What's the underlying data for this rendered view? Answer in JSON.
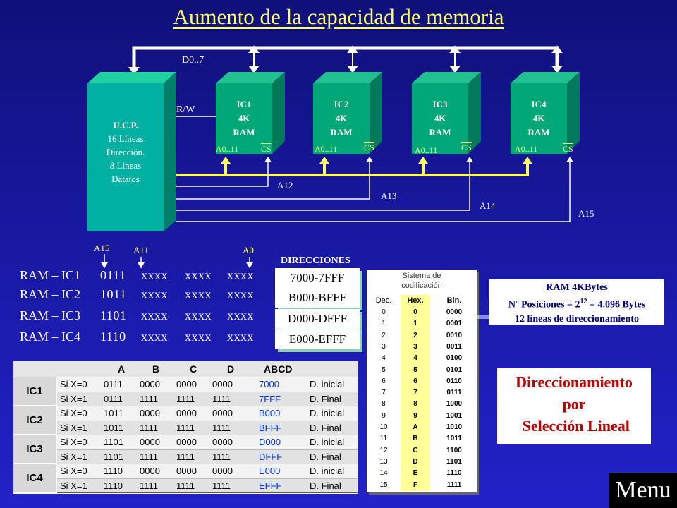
{
  "title": "Aumento  de la capacidad de memoria",
  "diagram": {
    "bus_label": "D0..7",
    "rw_label": "R/W",
    "ucp": {
      "line1": "U.C.P.",
      "line2": "16 Líneas",
      "line3": "Dirección.",
      "line4": "8 Líneas",
      "line5": "Datatos"
    },
    "chips": [
      {
        "name": "IC1",
        "size": "4K",
        "type": "RAM",
        "addr": "A0..11",
        "cs": "CS"
      },
      {
        "name": "IC2",
        "size": "4K",
        "type": "RAM",
        "addr": "A0..11",
        "cs": "CS"
      },
      {
        "name": "IC3",
        "size": "4K",
        "type": "RAM",
        "addr": "A0..11",
        "cs": "CS"
      },
      {
        "name": "IC4",
        "size": "4K",
        "type": "RAM",
        "addr": "A0..11",
        "cs": "CS"
      }
    ],
    "select_lines": [
      "A12",
      "A13",
      "A14",
      "A15"
    ]
  },
  "address_map": {
    "markers": {
      "a15": "A15",
      "a11": "A11",
      "a0": "A0"
    },
    "heading": "DIRECCIONES",
    "rows": [
      {
        "label": "RAM – IC1",
        "bits": "0111",
        "x1": "xxxx",
        "x2": "xxxx",
        "x3": "xxxx",
        "range": "7000-7FFF"
      },
      {
        "label": "RAM – IC2",
        "bits": "1011",
        "x1": "xxxx",
        "x2": "xxxx",
        "x3": "xxxx",
        "range": "B000-BFFF"
      },
      {
        "label": "RAM – IC3",
        "bits": "1101",
        "x1": "xxxx",
        "x2": "xxxx",
        "x3": "xxxx",
        "range": "D000-DFFF"
      },
      {
        "label": "RAM – IC4",
        "bits": "1110",
        "x1": "xxxx",
        "x2": "xxxx",
        "x3": "xxxx",
        "range": "E000-EFFF"
      }
    ]
  },
  "table": {
    "headers": {
      "a": "A",
      "b": "B",
      "c": "C",
      "d": "D",
      "abcd": "ABCD"
    },
    "groups": [
      {
        "ic": "IC1",
        "rows": [
          {
            "cond": "Si X=0",
            "a": "0111",
            "b": "0000",
            "c": "0000",
            "d": "0000",
            "hex": "7000",
            "desc": "D. inicial"
          },
          {
            "cond": "Si X=1",
            "a": "0111",
            "b": "1111",
            "c": "1111",
            "d": "1111",
            "hex": "7FFF",
            "desc": "D. Final"
          }
        ]
      },
      {
        "ic": "IC2",
        "rows": [
          {
            "cond": "Si X=0",
            "a": "1011",
            "b": "0000",
            "c": "0000",
            "d": "0000",
            "hex": "B000",
            "desc": "D. inicial"
          },
          {
            "cond": "Si X=1",
            "a": "1011",
            "b": "1111",
            "c": "1111",
            "d": "1111",
            "hex": "BFFF",
            "desc": "D. Final"
          }
        ]
      },
      {
        "ic": "IC3",
        "rows": [
          {
            "cond": "Si X=0",
            "a": "1101",
            "b": "0000",
            "c": "0000",
            "d": "0000",
            "hex": "D000",
            "desc": "D. inicial"
          },
          {
            "cond": "Si X=1",
            "a": "1101",
            "b": "1111",
            "c": "1111",
            "d": "1111",
            "hex": "DFFF",
            "desc": "D. Final"
          }
        ]
      },
      {
        "ic": "IC4",
        "rows": [
          {
            "cond": "Si X=0",
            "a": "1110",
            "b": "0000",
            "c": "0000",
            "d": "0000",
            "hex": "E000",
            "desc": "D. inicial"
          },
          {
            "cond": "Si X=1",
            "a": "1110",
            "b": "1111",
            "c": "1111",
            "d": "1111",
            "hex": "EFFF",
            "desc": "D. Final"
          }
        ]
      }
    ]
  },
  "coding": {
    "title1": "Sistema de",
    "title2": "codificación",
    "headers": {
      "dec": "Dec.",
      "hex": "Hex.",
      "bin": "Bin."
    },
    "dec": [
      "0",
      "1",
      "2",
      "3",
      "4",
      "5",
      "6",
      "7",
      "8",
      "9",
      "10",
      "11",
      "12",
      "13",
      "14",
      "15"
    ],
    "hex": [
      "0",
      "1",
      "2",
      "3",
      "4",
      "5",
      "6",
      "7",
      "8",
      "9",
      "A",
      "B",
      "C",
      "D",
      "E",
      "F"
    ],
    "bin": [
      "0000",
      "0001",
      "0010",
      "0011",
      "0100",
      "0101",
      "0110",
      "0111",
      "1000",
      "1001",
      "1010",
      "1011",
      "1100",
      "1101",
      "1110",
      "1111"
    ]
  },
  "info": {
    "line1": "RAM 4KBytes",
    "line2_pre": "Nº Posiciones = 2",
    "line2_sup": "12",
    "line2_post": " = 4.096 Bytes",
    "line3": "12 líneas de direccionamiento"
  },
  "direccionamiento": {
    "line1": "Direccionamiento",
    "line2": "por",
    "line3": " Selección Lineal"
  },
  "menu": {
    "label": "Menu"
  },
  "colors": {
    "background": "#1a1aa8",
    "title": "#ffff66",
    "chip_face": "#00a878",
    "bus": "#ffff66",
    "red_text": "#c00000",
    "hex_text": "#0033ff"
  }
}
